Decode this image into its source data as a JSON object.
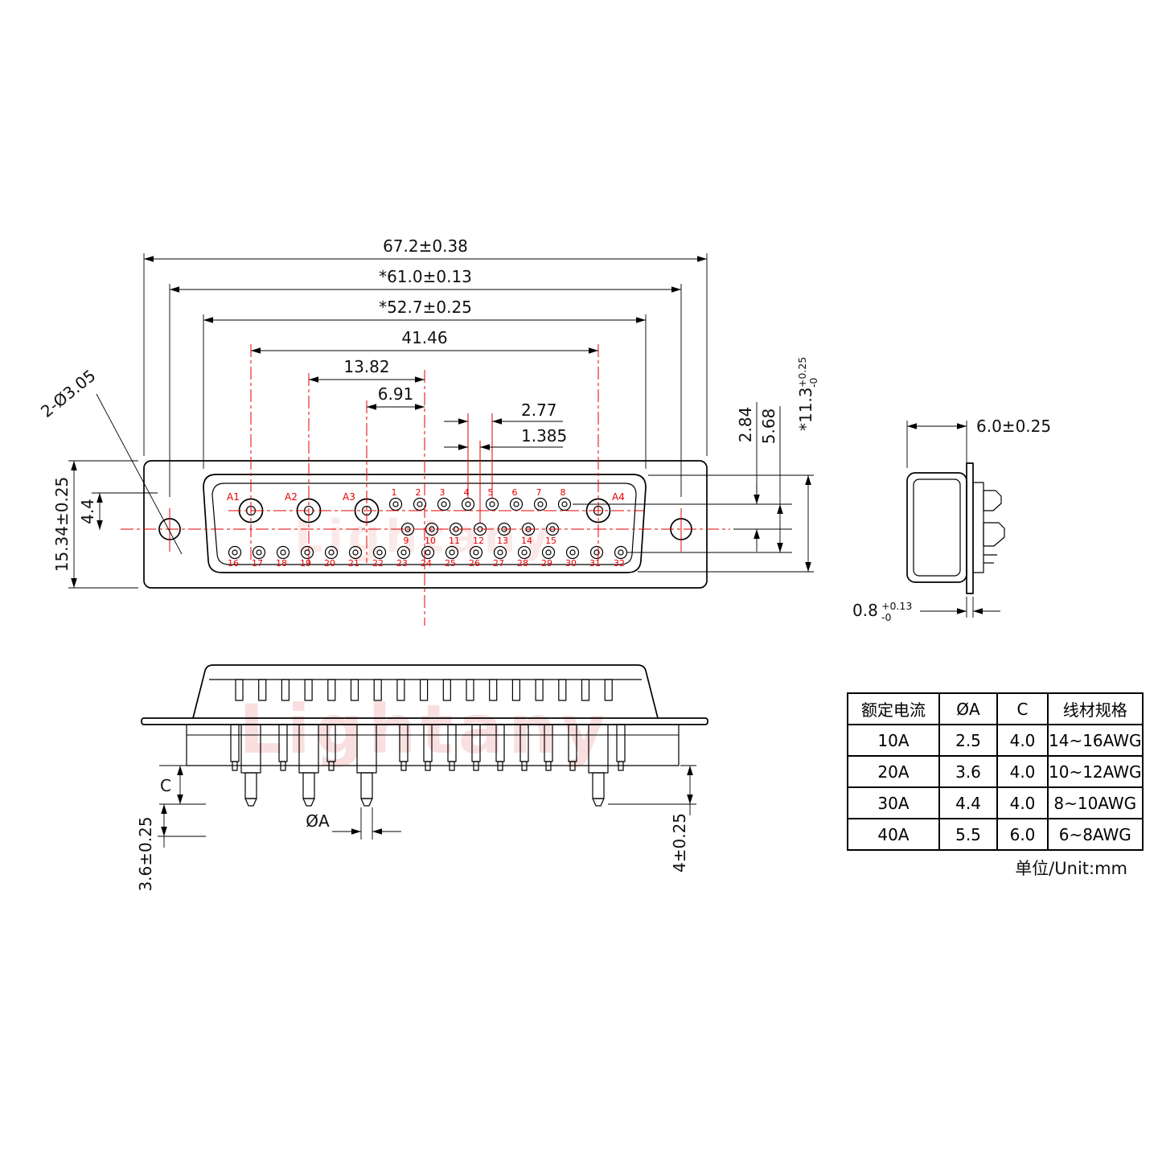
{
  "drawing": {
    "watermark": "Lightany",
    "unit_note": "单位/Unit:mm"
  },
  "front_view": {
    "dims": {
      "overall_width": "67.2±0.38",
      "mount_span": "*61.0±0.13",
      "shell_width": "*52.7±0.25",
      "power_pin_span": "41.46",
      "a2_to_center": "13.82",
      "a3_to_center": "6.91",
      "pin_pitch": "2.77",
      "half_pitch": "1.385",
      "mount_holes": "2-Ø3.05",
      "overall_height": "15.34±0.25",
      "row_offset": "4.4",
      "row_gap": "2.84",
      "row_span": "5.68",
      "shell_height": "*11.3",
      "shell_height_tol_up": "+0.25",
      "shell_height_tol_low": "-0"
    },
    "pins": {
      "power": [
        "A1",
        "A2",
        "A3",
        "A4"
      ],
      "row_top": [
        "1",
        "2",
        "3",
        "4",
        "5",
        "6",
        "7",
        "8"
      ],
      "row_mid": [
        "9",
        "10",
        "11",
        "12",
        "13",
        "14",
        "15"
      ],
      "row_bottom": [
        "16",
        "17",
        "18",
        "19",
        "20",
        "21",
        "22",
        "23",
        "24",
        "25",
        "26",
        "27",
        "28",
        "29",
        "30",
        "31",
        "32"
      ]
    }
  },
  "side_view": {
    "dims": {
      "depth": "6.0±0.25",
      "flange_thickness": "0.8",
      "flange_tol_up": "+0.13",
      "flange_tol_low": "-0"
    }
  },
  "section_view": {
    "dims": {
      "contact_c": "C",
      "cup_length": "3.6±0.25",
      "pin_diameter": "ØA",
      "tail_length": "4±0.25"
    }
  },
  "table": {
    "headers": [
      "额定电流",
      "ØA",
      "C",
      "线材规格"
    ],
    "rows": [
      [
        "10A",
        "2.5",
        "4.0",
        "14~16AWG"
      ],
      [
        "20A",
        "3.6",
        "4.0",
        "10~12AWG"
      ],
      [
        "30A",
        "4.4",
        "4.0",
        "8~10AWG"
      ],
      [
        "40A",
        "5.5",
        "6.0",
        "6~8AWG"
      ]
    ]
  },
  "colors": {
    "line": "#000000",
    "accent": "#e60000",
    "watermark": "#f2b9b9"
  }
}
